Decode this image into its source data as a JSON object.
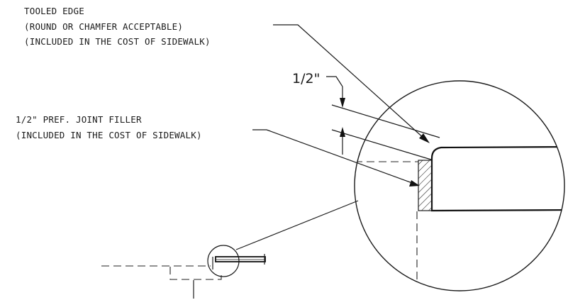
{
  "labels": {
    "tooled_edge": {
      "line1": "TOOLED EDGE",
      "line2": "(ROUND OR CHAMFER ACCEPTABLE)",
      "line3": "(INCLUDED IN THE COST OF SIDEWALK)"
    },
    "joint_filler": {
      "line1": "1/2\" PREF. JOINT FILLER",
      "line2": "(INCLUDED IN THE COST OF SIDEWALK)"
    },
    "dimension": "1/2\""
  }
}
